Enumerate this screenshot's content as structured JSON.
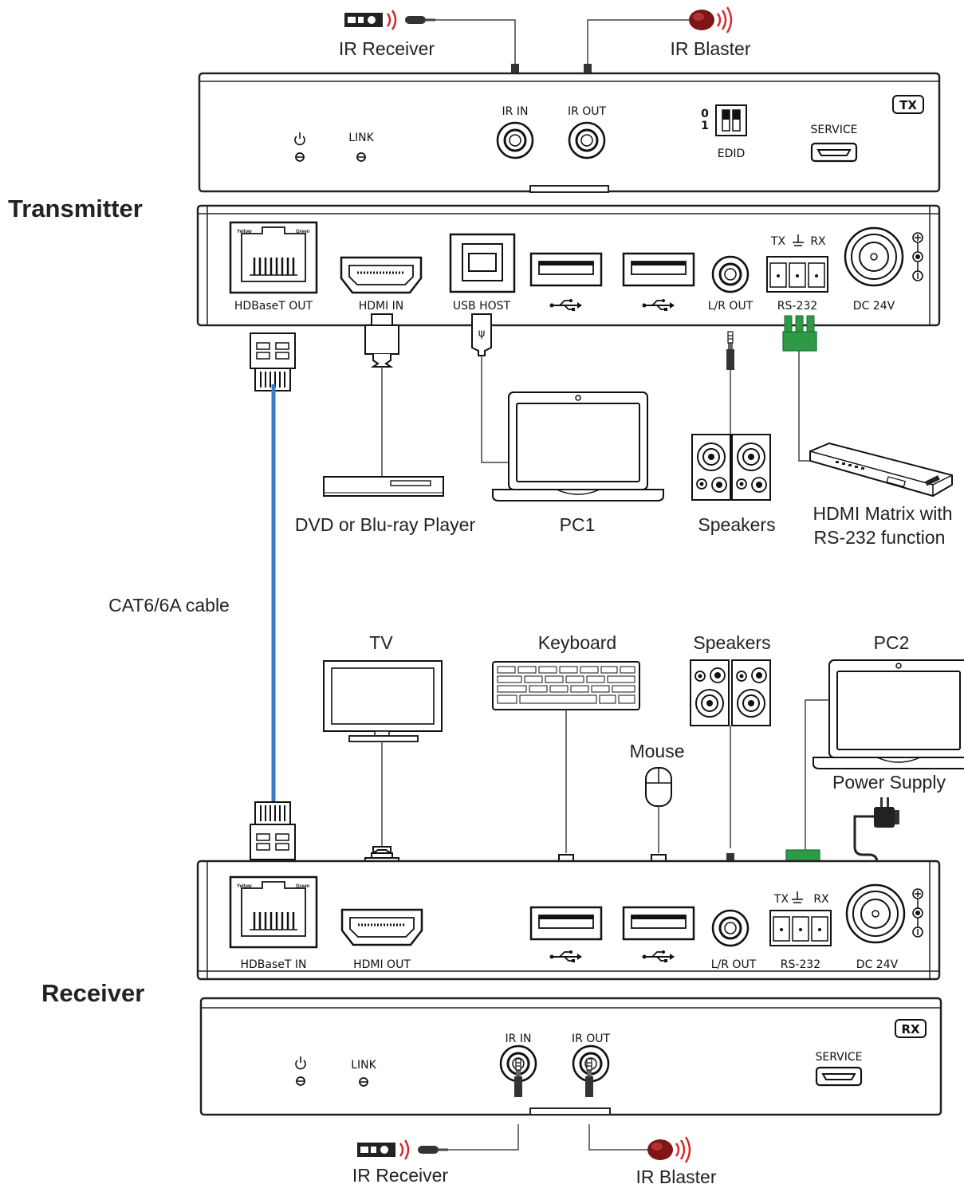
{
  "sections": {
    "transmitter": "Transmitter",
    "receiver": "Receiver"
  },
  "transmitter_front": {
    "badge": "TX",
    "ir_in": "IR IN",
    "ir_out": "IR OUT",
    "link": "LINK",
    "edid": "EDID",
    "edid_0": "0",
    "edid_1": "1",
    "service": "SERVICE"
  },
  "transmitter_rear": {
    "hdbaset_out": "HDBaseT OUT",
    "hdmi_in": "HDMI IN",
    "usb_host": "USB HOST",
    "lr_out": "L/R OUT",
    "rs232": "RS-232",
    "dc": "DC 24V",
    "tx": "TX",
    "rx": "RX",
    "jack_yellow": "Yellow",
    "jack_green": "Green"
  },
  "receiver_rear": {
    "hdbaset_in": "HDBaseT IN",
    "hdmi_out": "HDMI OUT",
    "lr_out": "L/R OUT",
    "rs232": "RS-232",
    "dc": "DC 24V",
    "tx": "TX",
    "rx": "RX",
    "jack_yellow": "Yellow",
    "jack_green": "Green"
  },
  "receiver_front": {
    "badge": "RX",
    "ir_in": "IR IN",
    "ir_out": "IR OUT",
    "link": "LINK",
    "service": "SERVICE"
  },
  "devices": {
    "ir_receiver_top": "IR Receiver",
    "ir_blaster_top": "IR Blaster",
    "dvd": "DVD or Blu-ray Player",
    "pc1": "PC1",
    "speakers_tx": "Speakers",
    "matrix_line1": "HDMI Matrix with",
    "matrix_line2": "RS-232 function",
    "cable": "CAT6/6A cable",
    "tv": "TV",
    "keyboard": "Keyboard",
    "speakers_rx": "Speakers",
    "pc2": "PC2",
    "mouse": "Mouse",
    "power_supply": "Power Supply",
    "ir_receiver_bottom": "IR Receiver",
    "ir_blaster_bottom": "IR Blaster"
  },
  "colors": {
    "cable": "#3b7dc4",
    "rs232_plug": "#2e9a45",
    "ir_blaster": "#8b1a1a",
    "ir_wave": "#d42a2a"
  },
  "icons": [
    "power-icon",
    "usb-icon",
    "ground-icon",
    "dc-polarity-icon",
    "led-icon"
  ]
}
